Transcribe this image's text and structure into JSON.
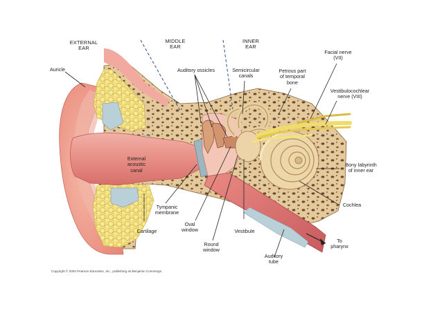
{
  "diagram": {
    "sections": {
      "external": "EXTERNAL\nEAR",
      "middle": "MIDDLE\nEAR",
      "inner": "INNER\nEAR"
    },
    "labels": {
      "auricle": "Auricle",
      "auditory_ossicles": "Auditory ossicles",
      "semicircular_canals": "Semicircular\ncanals",
      "petrous_part": "Petrous part\nof temporal\nbone",
      "facial_nerve": "Facial nerve\n(VII)",
      "vestibulocochlear_nerve": "Vestibulocochlear\nnerve (VIII)",
      "external_acoustic_canal": "External\nacoustic\ncanal",
      "bony_labyrinth": "Bony labyrinth\nof inner ear",
      "tympanic_membrane": "Tympanic\nmembrane",
      "cartilage": "Cartilage",
      "oval_window": "Oval\nwindow",
      "round_window": "Round\nwindow",
      "vestibule": "Vestibule",
      "cochlea": "Cochlea",
      "auditory_tube": "Auditory\ntube",
      "to_pharynx": "To\npharynx"
    },
    "copyright": "Copyright © 2004 Pearson Education, Inc., publishing as Benjamin Cummings."
  }
}
